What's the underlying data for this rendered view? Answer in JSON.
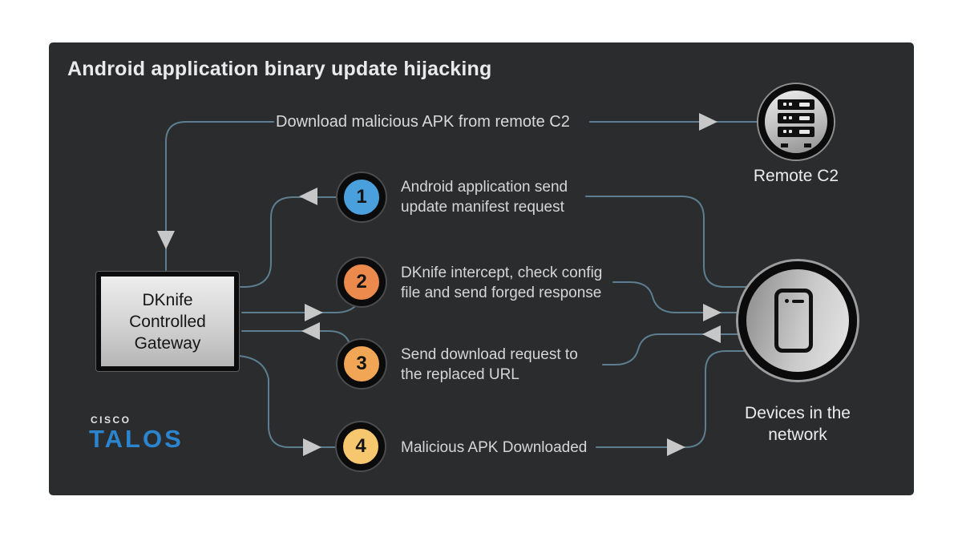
{
  "title": "Android application binary update hijacking",
  "flow_label": "Download malicious APK from remote C2",
  "steps": [
    {
      "num": "1",
      "color": "#4aa0dc",
      "line1": "Android application send",
      "line2": "update manifest request"
    },
    {
      "num": "2",
      "color": "#ec8a4d",
      "line1": "DKnife intercept, check config",
      "line2": "file and send forged response"
    },
    {
      "num": "3",
      "color": "#f1a656",
      "line1": "Send download request to",
      "line2": "the replaced URL"
    },
    {
      "num": "4",
      "color": "#f6c76e",
      "line1": "Malicious APK Downloaded",
      "line2": ""
    }
  ],
  "gateway": {
    "line1": "DKnife",
    "line2": "Controlled",
    "line3": "Gateway"
  },
  "remote_c2": {
    "label": "Remote C2"
  },
  "devices": {
    "label_line1": "Devices in the",
    "label_line2": "network"
  },
  "logo": {
    "brand": "CISCO",
    "product": "TALOS",
    "brand_color": "#2a85ce"
  },
  "colors": {
    "panel_bg": "#2a2c2e",
    "line": "#5d7e90",
    "arrow": "#c7c7c7",
    "step_text": "#d6d6d6",
    "title_text": "#eaeaea"
  }
}
